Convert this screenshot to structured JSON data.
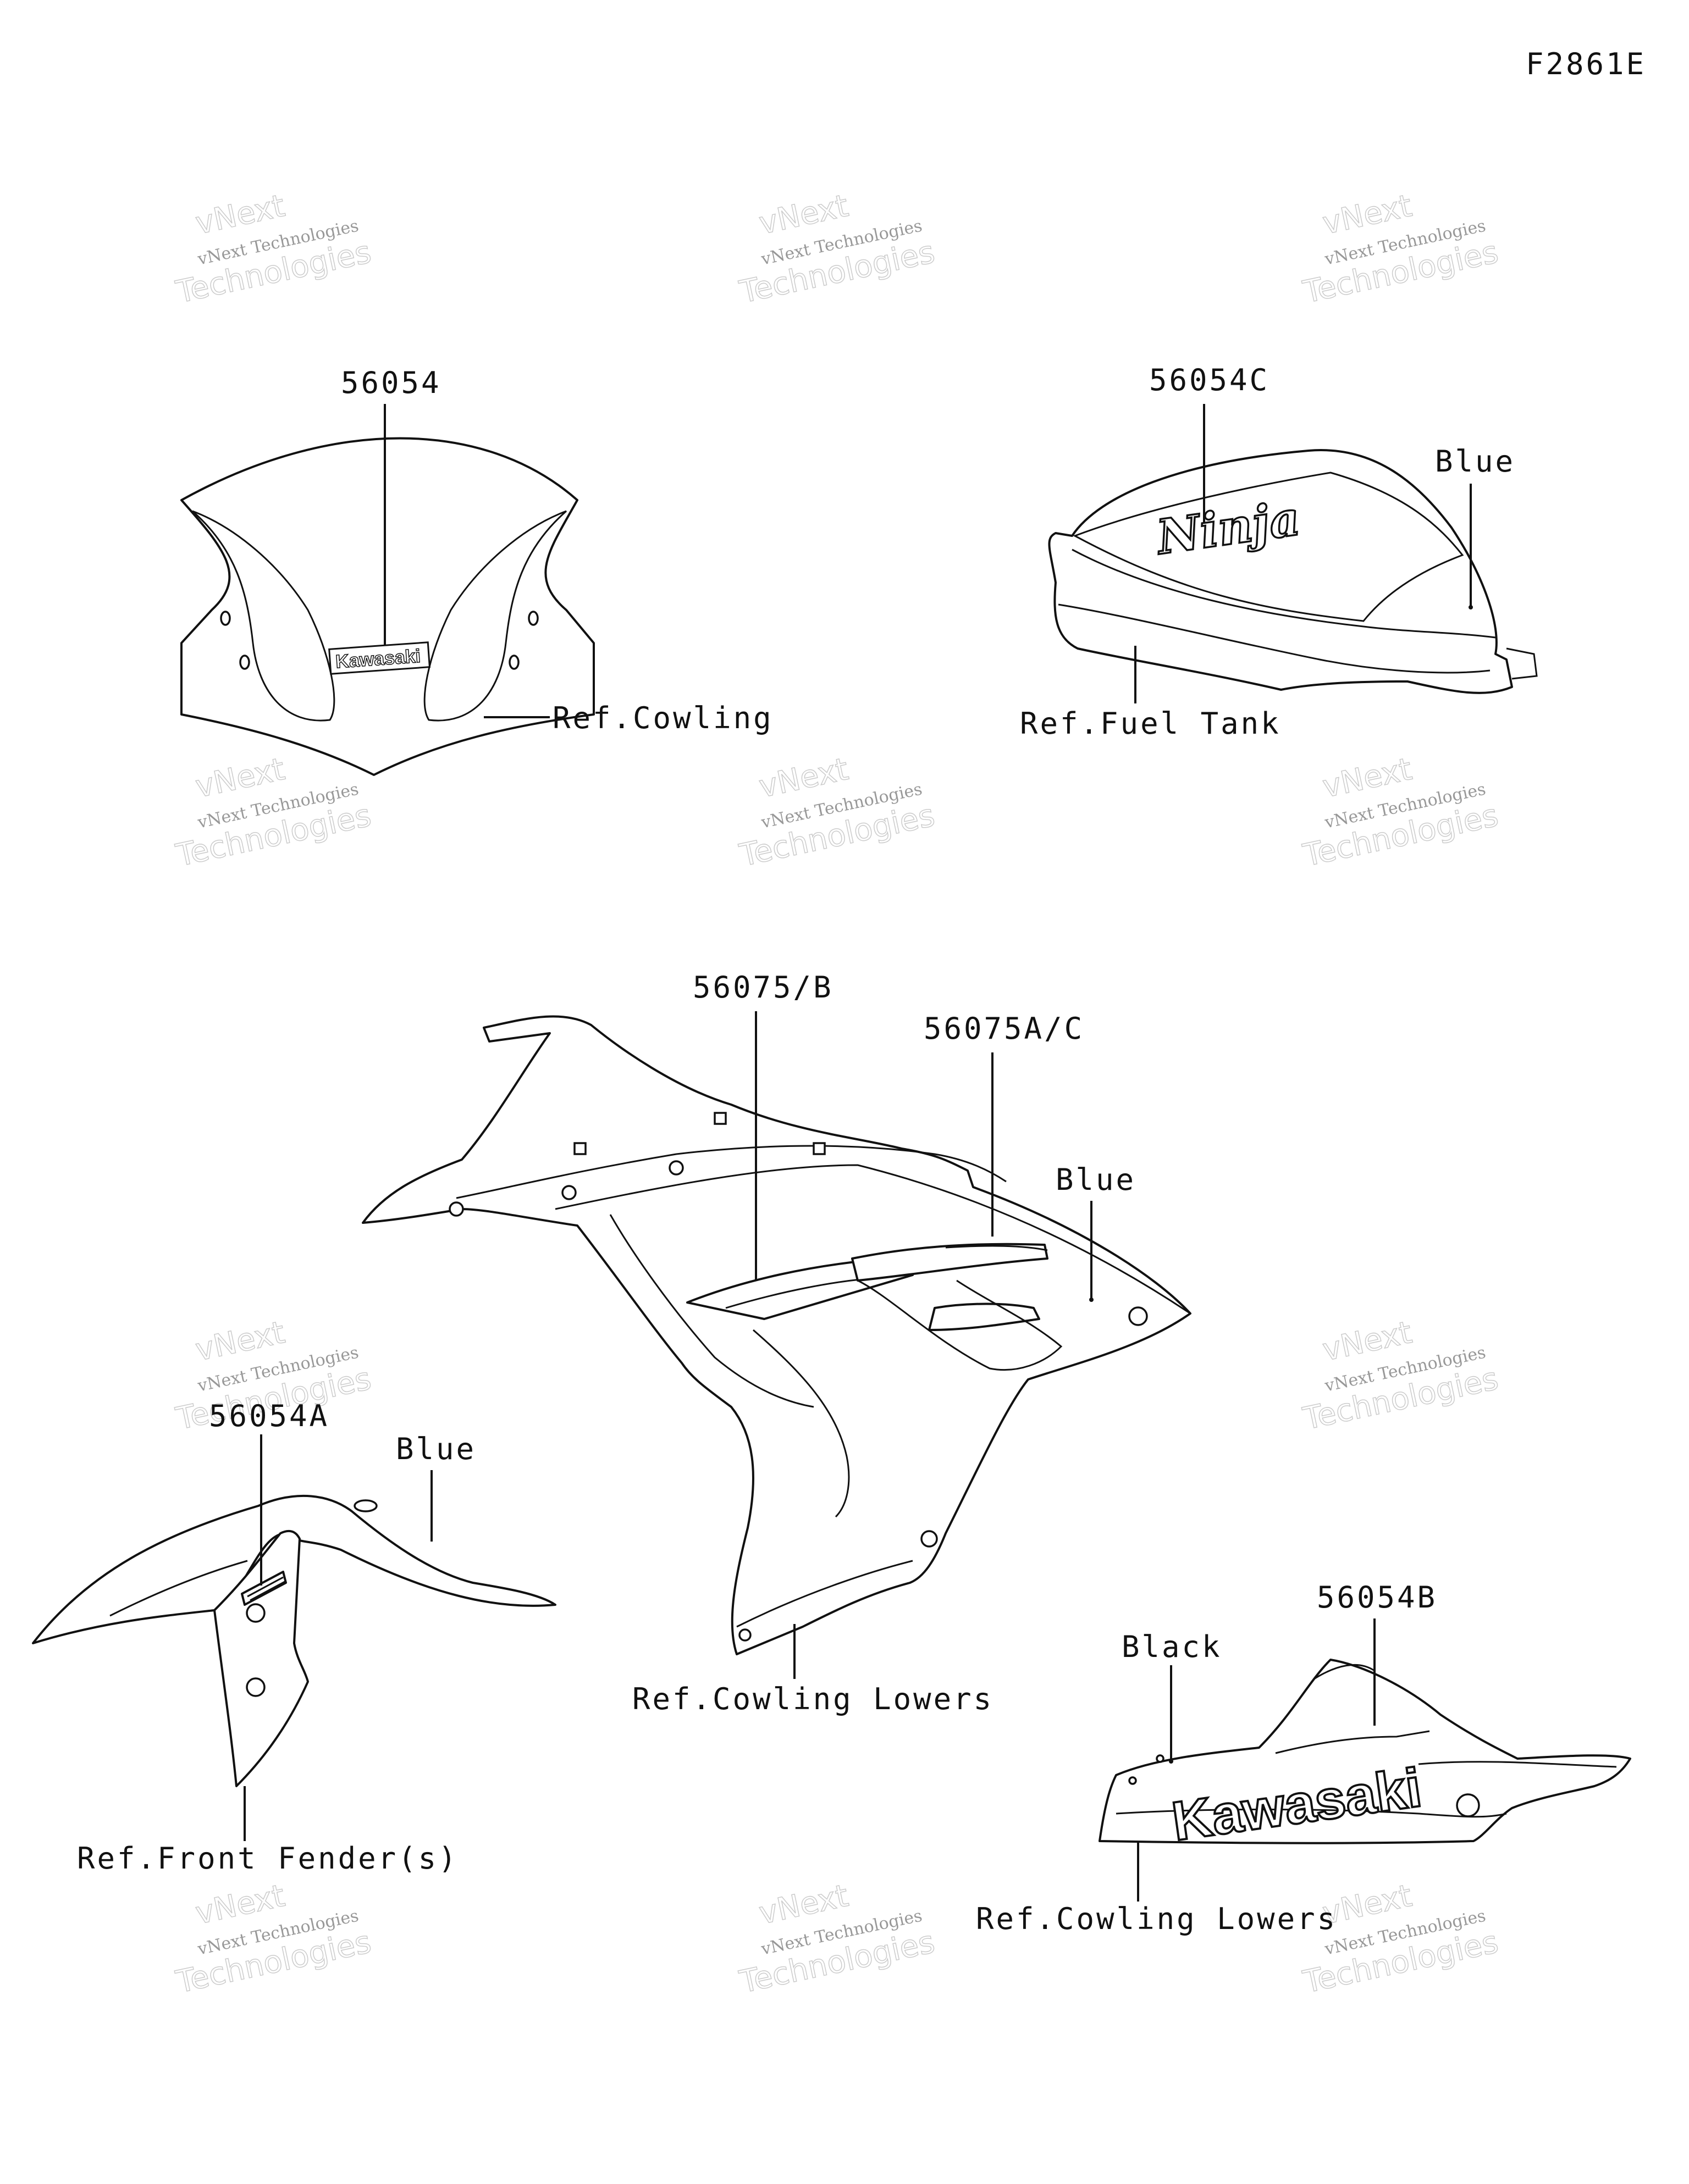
{
  "diagram_code": "F2861E",
  "watermark": {
    "line1": "vNext Technologies",
    "line2": "vNext",
    "line3": "Technologies"
  },
  "labels": {
    "windshield_part": "56054",
    "windshield_ref": "Ref.Cowling",
    "windshield_logo": "Kawasaki",
    "tank_part": "56054C",
    "tank_color": "Blue",
    "tank_ref": "Ref.Fuel Tank",
    "tank_logo": "Ninja",
    "cowl_part_1": "56075/B",
    "cowl_part_2": "56075A/C",
    "cowl_color": "Blue",
    "cowl_ref": "Ref.Cowling Lowers",
    "fender_part": "56054A",
    "fender_color": "Blue",
    "fender_ref": "Ref.Front Fender(s)",
    "lower_part": "56054B",
    "lower_color": "Black",
    "lower_ref": "Ref.Cowling Lowers",
    "lower_logo": "Kawasaki"
  }
}
